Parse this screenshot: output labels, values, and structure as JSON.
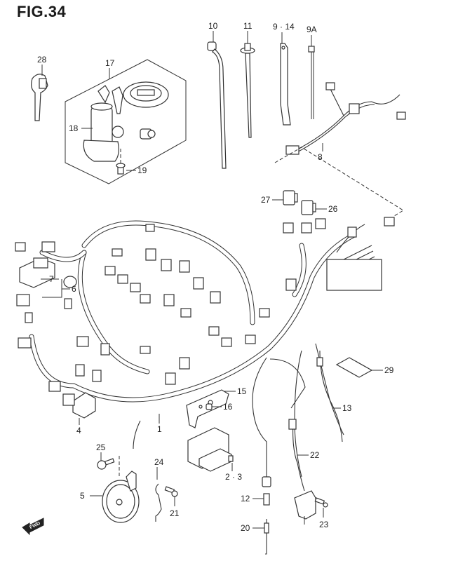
{
  "figure": {
    "title": "FIG.34",
    "subject": "Wiring harness exploded parts diagram"
  },
  "callouts": [
    {
      "id": "c28",
      "label": "28",
      "part": "key"
    },
    {
      "id": "c17",
      "label": "17",
      "part": "lock set"
    },
    {
      "id": "c18",
      "label": "18",
      "part": "ignition switch"
    },
    {
      "id": "c19",
      "label": "19",
      "part": "bolt"
    },
    {
      "id": "c10",
      "label": "10",
      "part": "clamp"
    },
    {
      "id": "c11",
      "label": "11",
      "part": "clamp"
    },
    {
      "id": "c9-14",
      "label": "9 · 14",
      "part": "clamp"
    },
    {
      "id": "c9a",
      "label": "9A",
      "part": "clamp"
    },
    {
      "id": "c8",
      "label": "8",
      "part": "sub harness"
    },
    {
      "id": "c27",
      "label": "27",
      "part": "relay"
    },
    {
      "id": "c26",
      "label": "26",
      "part": "relay"
    },
    {
      "id": "c7",
      "label": "7",
      "part": "connector"
    },
    {
      "id": "c6",
      "label": "6",
      "part": "connector"
    },
    {
      "id": "c4",
      "label": "4",
      "part": "cover"
    },
    {
      "id": "c1",
      "label": "1",
      "part": "wiring harness"
    },
    {
      "id": "c15",
      "label": "15",
      "part": "bracket"
    },
    {
      "id": "c16",
      "label": "16",
      "part": "grommet"
    },
    {
      "id": "c29",
      "label": "29",
      "part": "label"
    },
    {
      "id": "c13",
      "label": "13",
      "part": "lead wire"
    },
    {
      "id": "c2-3",
      "label": "2 · 3",
      "part": "fuse"
    },
    {
      "id": "c22",
      "label": "22",
      "part": "lead wire"
    },
    {
      "id": "c25",
      "label": "25",
      "part": "bolt"
    },
    {
      "id": "c5",
      "label": "5",
      "part": "clamp"
    },
    {
      "id": "c24",
      "label": "24",
      "part": "horn"
    },
    {
      "id": "c12",
      "label": "12",
      "part": "bolt"
    },
    {
      "id": "c20",
      "label": "20",
      "part": "switch"
    },
    {
      "id": "c21",
      "label": "21",
      "part": "spring"
    },
    {
      "id": "c23",
      "label": "23",
      "part": "screw"
    }
  ],
  "direction_badge": {
    "label": "FWD",
    "icon": "forward-arrow-icon"
  },
  "colors": {
    "line": "#333333",
    "text": "#222222",
    "background": "#ffffff"
  }
}
